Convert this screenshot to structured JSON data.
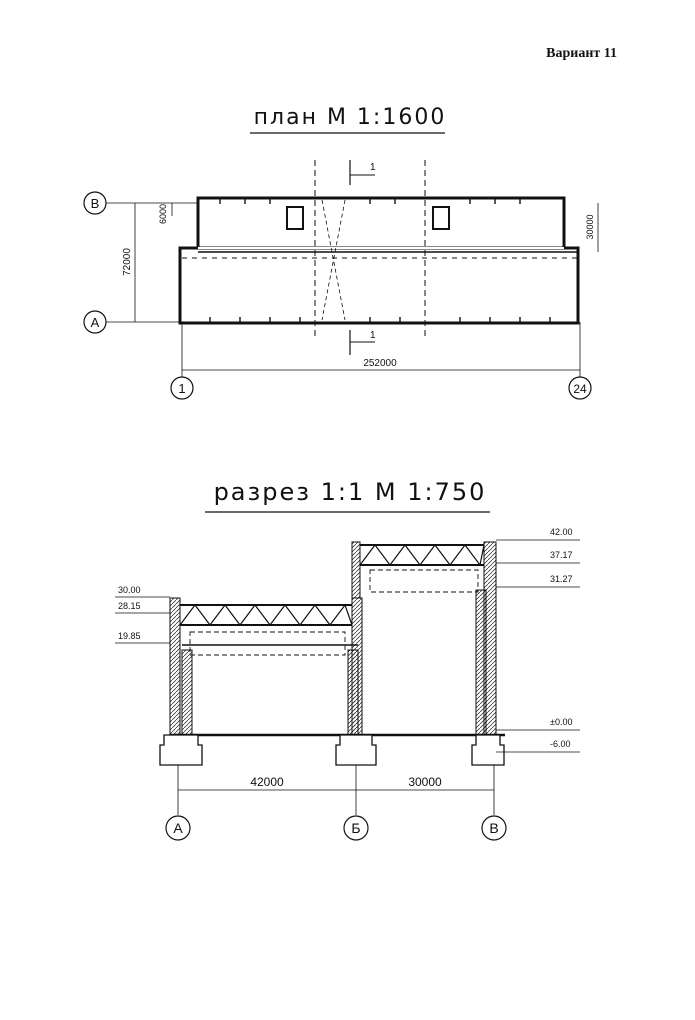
{
  "header": {
    "variant": "Вариант 11"
  },
  "plan": {
    "title": "план   М 1:1600",
    "dims": {
      "total_length": "252000",
      "height": "72000",
      "offset": "6000",
      "right_span": "30000"
    },
    "section_mark": "1",
    "axes": {
      "left_top": "В",
      "left_bottom": "А",
      "bottom_left": "1",
      "bottom_right": "24"
    }
  },
  "section": {
    "title": "разрез 1:1   М 1:750",
    "left_levels": [
      "30.00",
      "28.15",
      "19.85"
    ],
    "right_levels": [
      "42.00",
      "37.17",
      "31.27",
      "±0.00",
      "-6.00"
    ],
    "spans": [
      "42000",
      "30000"
    ],
    "axes": [
      "А",
      "Б",
      "В"
    ]
  }
}
